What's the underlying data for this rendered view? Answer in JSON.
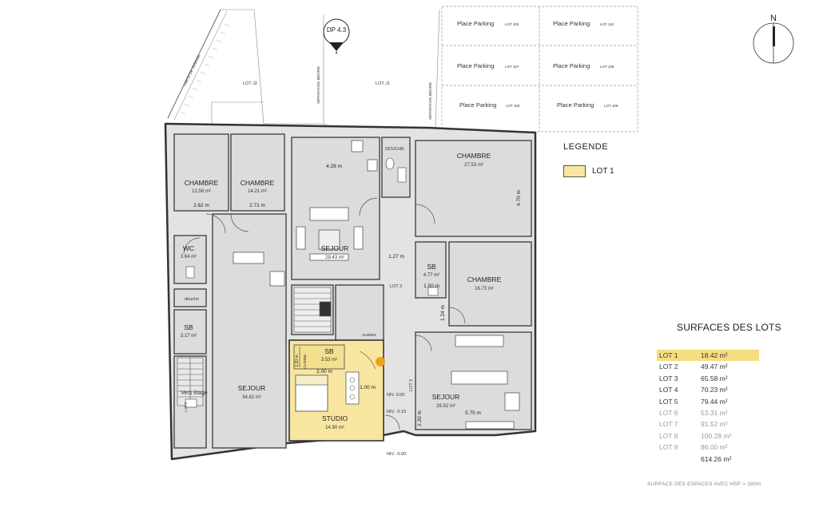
{
  "compass": {
    "label": "N"
  },
  "marker": {
    "label": "DP 4.3",
    "sub": "4"
  },
  "parking": [
    {
      "label": "Place Parking",
      "lot": "LOT 109"
    },
    {
      "label": "Place Parking",
      "lot": "LOT 110"
    },
    {
      "label": "Place Parking",
      "lot": "LOT 107"
    },
    {
      "label": "Place Parking",
      "lot": "LOT 108"
    },
    {
      "label": "Place Parking",
      "lot": "LOT 106"
    },
    {
      "label": "Place Parking",
      "lot": "LOT 105"
    }
  ],
  "site_labels": {
    "lot_j2": "LOT J2",
    "lot_j1": "LOT J1",
    "limite": "LIMITE DE TERRAIN",
    "separation1": "SÉPARATION MÉDIRE",
    "separation2": "SÉPARATION MÉDIRE"
  },
  "rooms": {
    "chambre1": {
      "name": "CHAMBRE",
      "area": "12.58 m²"
    },
    "chambre2": {
      "name": "CHAMBRE",
      "area": "14.21 m²"
    },
    "wc": {
      "name": "WC",
      "area": "3.64 m²"
    },
    "douche_left": {
      "name": "douche"
    },
    "sb_left": {
      "name": "SB",
      "area": "3.17 m²"
    },
    "vers_etage": {
      "name": "Vers étage"
    },
    "sejour_left": {
      "name": "SEJOUR",
      "area": "34.62 m²"
    },
    "sejour_mid": {
      "name": "SEJOUR",
      "area": "29.43 m²"
    },
    "douche_mid": {
      "name": "DOUCHE"
    },
    "chambre3": {
      "name": "CHAMBRE",
      "area": "27.53 m²"
    },
    "sb_right": {
      "name": "SB",
      "area": "4.77 m²"
    },
    "chambre4": {
      "name": "CHAMBRE",
      "area": "16.73 m²"
    },
    "sb_studio": {
      "name": "SB",
      "area": "3.53 m²"
    },
    "studio": {
      "name": "STUDIO",
      "area": "14.90 m²"
    },
    "sejour_right": {
      "name": "SEJOUR",
      "area": "26.52 m²"
    },
    "gaines": {
      "name": "GAINES"
    }
  },
  "dims": {
    "d262": "2.62 m",
    "d271": "2.71 m",
    "d428": "4.28 m",
    "d470": "4.70 m",
    "d127": "1.27 m",
    "d150": "1.50 m",
    "d124": "1.24 m",
    "d200": "2.00 m",
    "d100": "1.00 m",
    "d575": "5.75 m",
    "d220": "2.20 m",
    "d120": "1.20 m"
  },
  "levels": {
    "niv000": "NIV. 0.00",
    "niv015": "NIV. -0.15",
    "niv060": "NIV. -0.60",
    "lot3": "LOT 3",
    "lot2": "LOT 2",
    "lot5": "LOT 5",
    "cuisine": "CUISINE"
  },
  "legend": {
    "title": "LEGENDE",
    "item": "LOT 1",
    "color": "#f8e6a0"
  },
  "surfaces": {
    "title": "SURFACES DES LOTS",
    "rows": [
      {
        "name": "LOT 1",
        "area": "18.42 m²"
      },
      {
        "name": "LOT 2",
        "area": "49.47 m²"
      },
      {
        "name": "LOT 3",
        "area": "65.58 m²"
      },
      {
        "name": "LOT 4",
        "area": "70.23 m²"
      },
      {
        "name": "LOT 5",
        "area": "79.44 m²"
      },
      {
        "name": "LOT 6",
        "area": "53.31 m²"
      },
      {
        "name": "LOT 7",
        "area": "91.52 m²"
      },
      {
        "name": "LOT 8",
        "area": "100.28 m²"
      },
      {
        "name": "LOT 9",
        "area": "86.00 m²"
      }
    ],
    "total": "614.26 m²",
    "highlight_color": "#f5dd80"
  },
  "note": "SURFACE DES ESPACES AVEC HSP > 180m"
}
